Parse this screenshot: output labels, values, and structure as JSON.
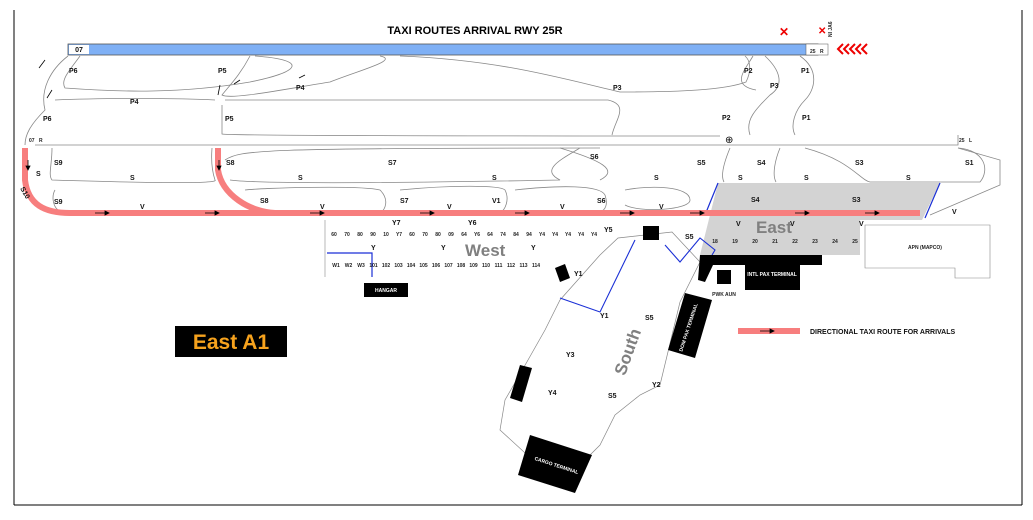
{
  "title": "TAXI ROUTES ARRIVAL RWY 25R",
  "runway": {
    "left_end": "07",
    "right_end_number": "25",
    "right_end_letter": "R",
    "left_lower": "25",
    "left_lower_letter": "L",
    "lower_left_end": "07",
    "lower_left_letter": "R",
    "side_label": "NI JA6"
  },
  "taxiways": {
    "P1": "P1",
    "P2": "P2",
    "P3": "P3",
    "P4": "P4",
    "P5": "P5",
    "P6": "P6",
    "S": "S",
    "S1": "S1",
    "S3": "S3",
    "S4": "S4",
    "S5": "S5",
    "S6": "S6",
    "S7": "S7",
    "S8": "S8",
    "S9": "S9",
    "S10": "S10",
    "V": "V",
    "V1": "V1",
    "Y": "Y",
    "Y1": "Y1",
    "Y2": "Y2",
    "Y3": "Y3",
    "Y4": "Y4",
    "Y5": "Y5",
    "Y6": "Y6",
    "Y7": "Y7"
  },
  "areas": {
    "west": "West",
    "east": "East",
    "south": "South"
  },
  "buildings": {
    "hangar": "HANGAR",
    "intl_terminal": "INTL PAX TERMINAL",
    "dom_terminal": "DOM PAX TERMINAL",
    "cargo_terminal": "CARGO TERMINAL",
    "apn": "APN (MAPCO)",
    "pwk": "PWK AUN"
  },
  "stands": {
    "west_upper": [
      "60",
      "70",
      "80",
      "90",
      "10",
      "Y7",
      "60",
      "70",
      "80",
      "09",
      "64",
      "Y6",
      "64",
      "74",
      "84",
      "94",
      "Y4",
      "Y4",
      "Y4",
      "Y4",
      "Y4"
    ],
    "west_lower": [
      "W1",
      "W2",
      "W3",
      "101",
      "102",
      "103",
      "104",
      "105",
      "106",
      "107",
      "108",
      "109",
      "110",
      "111",
      "112",
      "113",
      "114"
    ],
    "east": [
      "18",
      "19",
      "20",
      "21",
      "22",
      "23",
      "24",
      "25"
    ]
  },
  "legend": {
    "route_label": "DIRECTIONAL TAXI ROUTE FOR ARRIVALS"
  },
  "chart_name": "East A1",
  "colors": {
    "runway": "#7fb0f5",
    "route": "#f77e7e",
    "apron": "#d3d3d3",
    "chart_name_text": "#f6a21d",
    "boundary": "#1a2fd6"
  }
}
